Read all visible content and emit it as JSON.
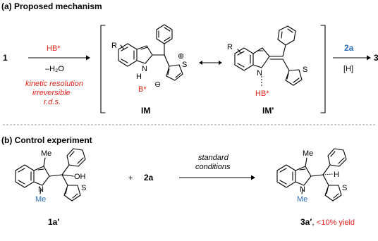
{
  "section_a": {
    "title": "(a) Proposed mechanism",
    "start_compound": "1",
    "catalyst": "HB*",
    "water_loss": "–H₂O",
    "notes": [
      "kinetic resolution",
      "irreversible",
      "r.d.s."
    ],
    "intermediate_1": {
      "label": "IM",
      "r_group": "R",
      "nh_label": "H",
      "n_label": "N",
      "counter_ion": "B*",
      "minus_sign": "⊖",
      "plus_sign": "⊕",
      "thiophene_s": "S"
    },
    "intermediate_2": {
      "label": "IM'",
      "r_group": "R",
      "n_label": "N",
      "hb_label": "HB*",
      "thiophene_s": "S"
    },
    "reagent": "2a",
    "reductant": "[H]",
    "product_cut": "3"
  },
  "section_b": {
    "title": "(b) Control experiment",
    "substrate": {
      "label": "1a′",
      "methyl_top": "Me",
      "oh_label": "OH",
      "n_label": "N",
      "n_methyl": "Me",
      "thiophene_s": "S"
    },
    "plus": "+",
    "reagent": "2a",
    "conditions_line1": "standard",
    "conditions_line2": "conditions",
    "product": {
      "label": "3a′",
      "yield": "<10% yield",
      "separator": ", ",
      "methyl_top": "Me",
      "h_label": "H",
      "n_label": "N",
      "n_methyl": "Me",
      "thiophene_s": "S"
    }
  },
  "colors": {
    "red": "#e2231a",
    "blue": "#2c6fb6",
    "black": "#000000"
  }
}
